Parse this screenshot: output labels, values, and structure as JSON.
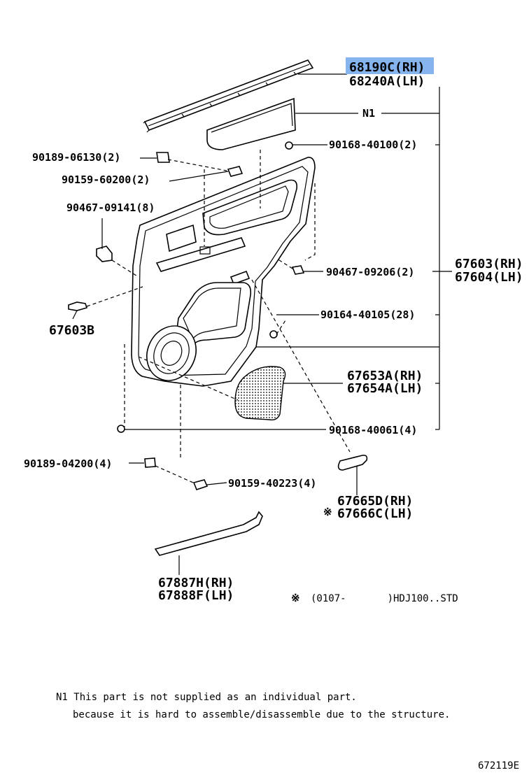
{
  "diagram": {
    "selected_part": "68190C(RH)",
    "callouts": [
      {
        "id": "c1",
        "lines": [
          "68190C(RH)",
          "68240A(LH)"
        ],
        "highlighted": true
      },
      {
        "id": "c2",
        "lines": [
          "N1"
        ]
      },
      {
        "id": "c3",
        "lines": [
          "90168-40100(2)"
        ]
      },
      {
        "id": "c4",
        "lines": [
          "90189-06130(2)"
        ]
      },
      {
        "id": "c5",
        "lines": [
          "90159-60200(2)"
        ]
      },
      {
        "id": "c6",
        "lines": [
          "90467-09141(8)"
        ]
      },
      {
        "id": "c7",
        "lines": [
          "67603(RH)",
          "67604(LH)"
        ]
      },
      {
        "id": "c8",
        "lines": [
          "90467-09206(2)"
        ]
      },
      {
        "id": "c9",
        "lines": [
          "67603B"
        ]
      },
      {
        "id": "c10",
        "lines": [
          "90164-40105(28)"
        ]
      },
      {
        "id": "c11",
        "lines": [
          "67653A(RH)",
          "67654A(LH)"
        ]
      },
      {
        "id": "c12",
        "lines": [
          "90168-40061(4)"
        ]
      },
      {
        "id": "c13",
        "lines": [
          "90189-04200(4)"
        ]
      },
      {
        "id": "c14",
        "lines": [
          "90159-40223(4)"
        ]
      },
      {
        "id": "c15",
        "lines": [
          "67665D(RH)",
          "67666C(LH)"
        ],
        "marker": "※"
      },
      {
        "id": "c16",
        "lines": [
          "67887H(RH)",
          "67888F(LH)"
        ]
      }
    ],
    "footnote_marker": "※",
    "applicability": "(0107-       )HDJ100..STD",
    "notes": [
      "N1 This part is not supplied as an individual part.",
      "because it is hard to assemble/disassemble due to the structure."
    ],
    "drawing_number": "672119E",
    "colors": {
      "highlight": "#86b4ee",
      "ink": "#000000",
      "background": "#ffffff"
    }
  }
}
